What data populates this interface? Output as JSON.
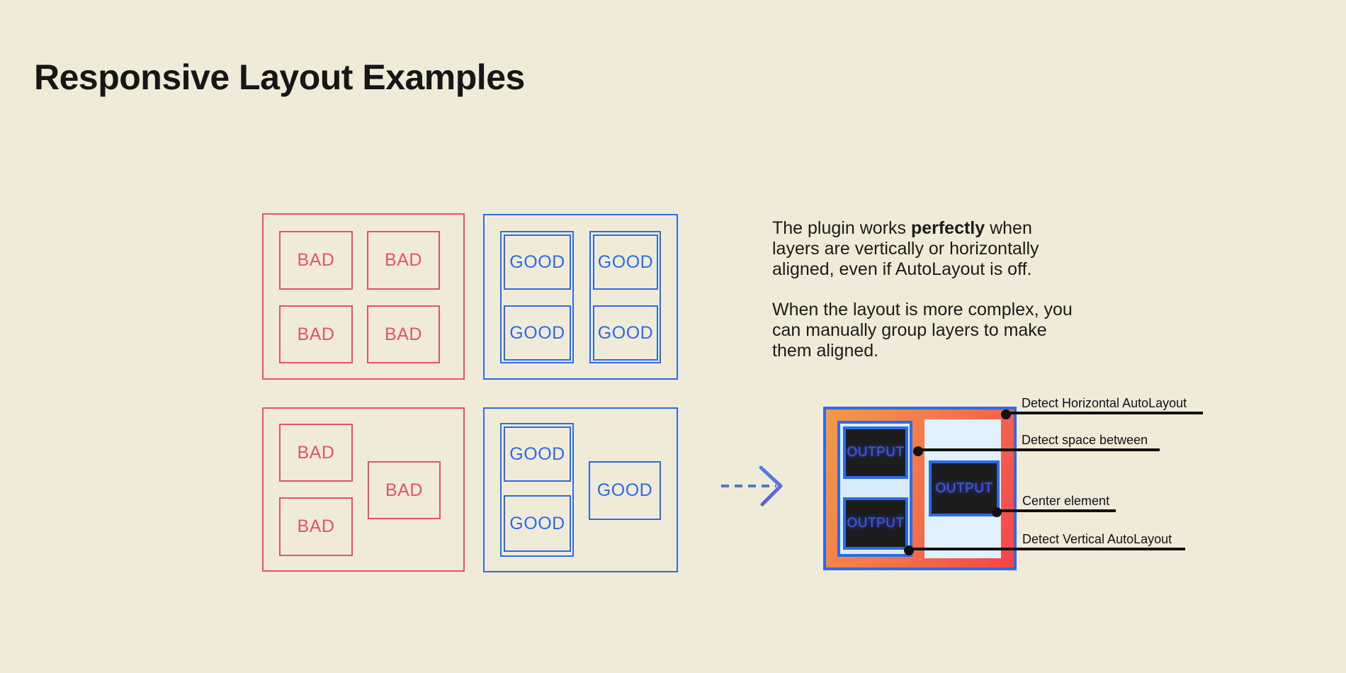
{
  "title": "Responsive Layout Examples",
  "labels": {
    "bad": "BAD",
    "good": "GOOD",
    "output": "OUTPUT"
  },
  "description": {
    "p1_start": "The plugin works ",
    "p1_bold": "perfectly",
    "p1_end": " when\nlayers are vertically or horizontally\naligned, even if AutoLayout is off.",
    "p2": "When the layout is more complex, you\ncan manually group layers to make\nthem aligned."
  },
  "annotations": [
    {
      "label": "Detect Horizontal AutoLayout"
    },
    {
      "label": "Detect space between"
    },
    {
      "label": "Center element"
    },
    {
      "label": "Detect Vertical AutoLayout"
    }
  ],
  "icons": {
    "arrow": "dashed-arrow-right-icon"
  },
  "colors": {
    "background": "#F0EAD9",
    "bad_red": "#E8516D",
    "good_blue": "#2D6BE4",
    "text_black": "#161616",
    "output_gradient_start": "#F09A4A",
    "output_gradient_end": "#F4434E",
    "panel_blue_light": "#D9EBFA",
    "panel_blue_lighter": "#E1F1FC",
    "output_box_bg": "#1D1D1D",
    "output_text_blue": "#4057DF",
    "annotation_black": "#111111",
    "arrow_dash_blue": "#4E7BB8"
  }
}
